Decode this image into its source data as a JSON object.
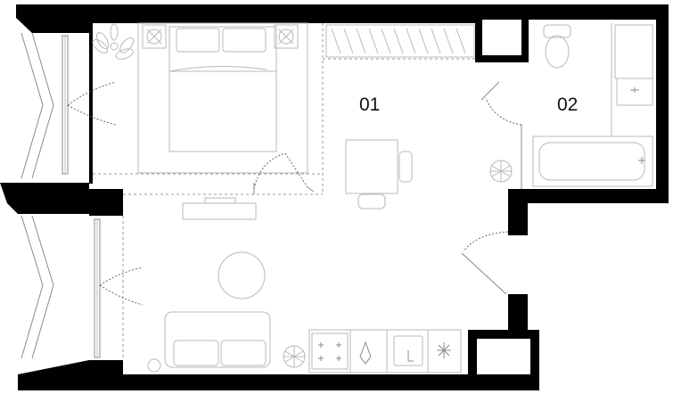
{
  "rooms": [
    {
      "id": "01",
      "label": "01"
    },
    {
      "id": "02",
      "label": "02"
    }
  ],
  "colors": {
    "wall": "#000000",
    "fixture_line": "#b9b9b9",
    "label": "#111111"
  }
}
